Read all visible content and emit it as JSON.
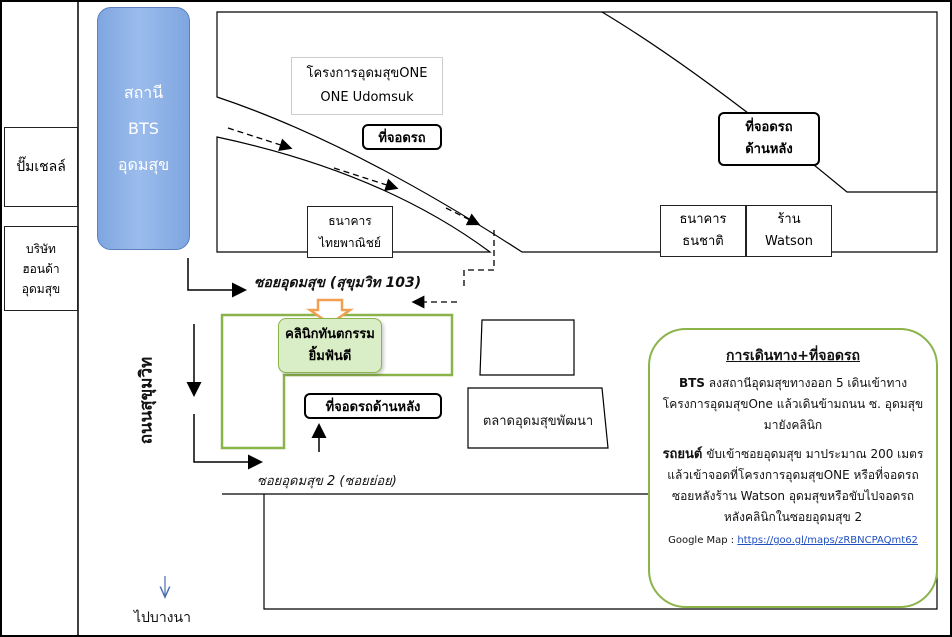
{
  "left_places": {
    "pump": "ปั๊มเชลล์",
    "company": [
      "บริษัท",
      "ฮอนด้า",
      "อุดมสุข"
    ]
  },
  "bts": {
    "lines": [
      "สถานี",
      "BTS",
      "อุดมสุข"
    ],
    "color": "#7fa6e0"
  },
  "one_udomsuk": {
    "line1": "โครงการอุดมสุขONE",
    "line2": "ONE Udomsuk"
  },
  "parking_one": "ที่จอดรถ",
  "parking_back_right": [
    "ที่จอดรถ",
    "ด้านหลัง"
  ],
  "bank_scb": [
    "ธนาคาร",
    "ไทยพาณิชย์"
  ],
  "bank_thanachart": [
    "ธนาคาร",
    "ธนชาติ"
  ],
  "watson": [
    "ร้าน",
    "Watson"
  ],
  "soi_udomsuk": "ซอยอุดมสุข (สุขุมวิท 103)",
  "thanon_sukhumvit": "ถนนสุขุมวิท",
  "clinic": {
    "lines": [
      "คลินิกทันตกรรม",
      "ยิ้มฟันดี"
    ],
    "color": "#d9edc6",
    "arrow_color": "#f0a050"
  },
  "parking_back_clinic": "ที่จอดรถด้านหลัง",
  "market": "ตลาดอุดมสุขพัฒนา",
  "soi_2": "ซอยอุดมสุข 2 (ซอยย่อย)",
  "to_bangna": "ไปบางนา",
  "directions": {
    "title": "การเดินทาง+ที่จอดรถ",
    "bts_label": "BTS",
    "bts_text": "ลงสถานีอุดมสุขทางออก 5 เดินเข้าทางโครงการอุดมสุขOne แล้วเดินข้ามถนน ซ. อุดมสุขมายังคลินิก",
    "car_label": "รถยนต์",
    "car_text": "ขับเข้าซอยอุดมสุข มาประมาณ 200 เมตร แล้วเข้าจอดที่โครงการอุดมสุขONE หรือที่จอดรถซอยหลังร้าน Watson อุดมสุขหรือขับไปจอดรถหลังคลินิกในซอยอุดมสุข 2",
    "map_label": "Google Map :",
    "map_link": "https://goo.gl/maps/zRBNCPAQmt62",
    "border_color": "#8ab34a"
  }
}
